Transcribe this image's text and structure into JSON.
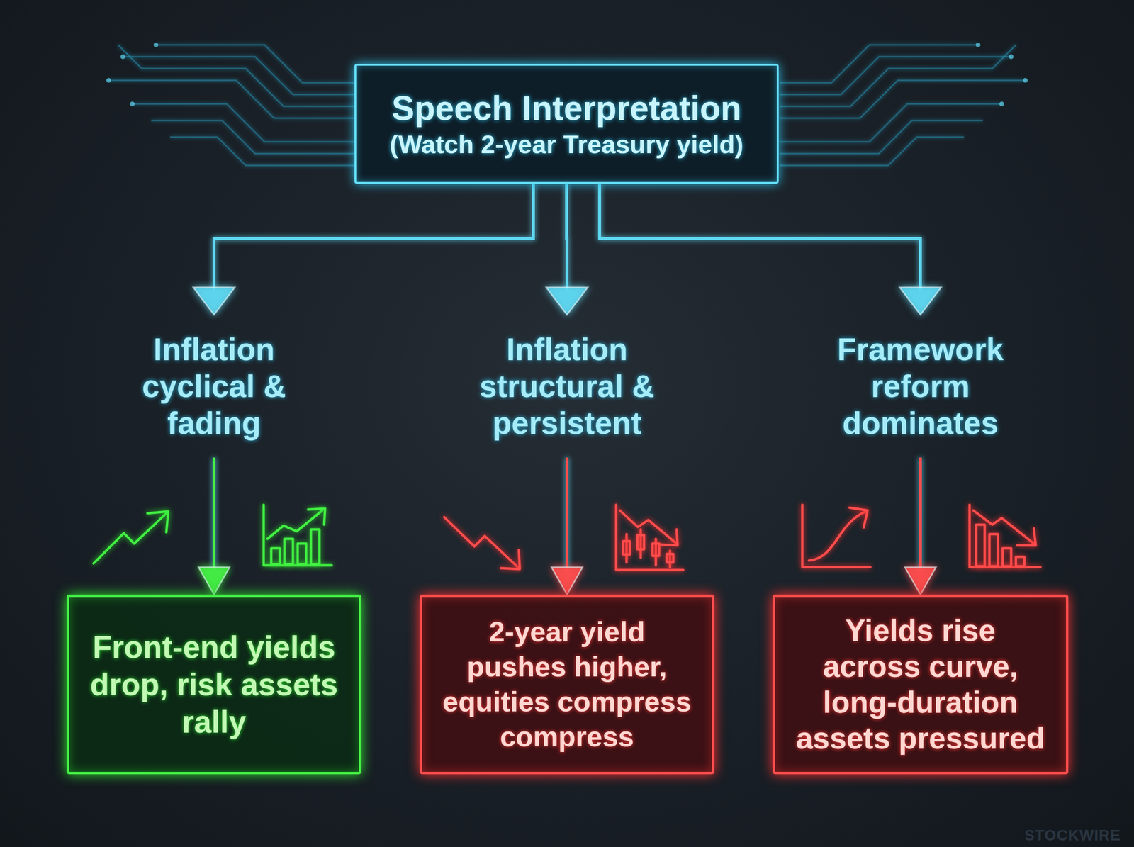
{
  "diagram": {
    "nodes": [
      {
        "text": [
          "Speech Interpretation",
          "(Watch 2-year Treasury yield)"
        ]
      },
      {
        "text": [
          "Front-end yields drop, risk assets rally"
        ]
      },
      {
        "text": [
          "2-year yield pushes higher, equities compress compress"
        ]
      },
      {
        "text": [
          "Yields rise across curve, long-duration assets pressured"
        ]
      }
    ],
    "edges": [
      {
        "from": 0,
        "to": 1,
        "label": "Inflation cyclical & fading",
        "arrow": "to"
      },
      {
        "from": 0,
        "to": 2,
        "label": "Inflation structural & persistent",
        "arrow": "to"
      },
      {
        "from": 0,
        "to": 3,
        "label": "Framework reform dominates",
        "arrow": "to"
      }
    ],
    "labels": [
      "STOCKWIRE"
    ]
  }
}
